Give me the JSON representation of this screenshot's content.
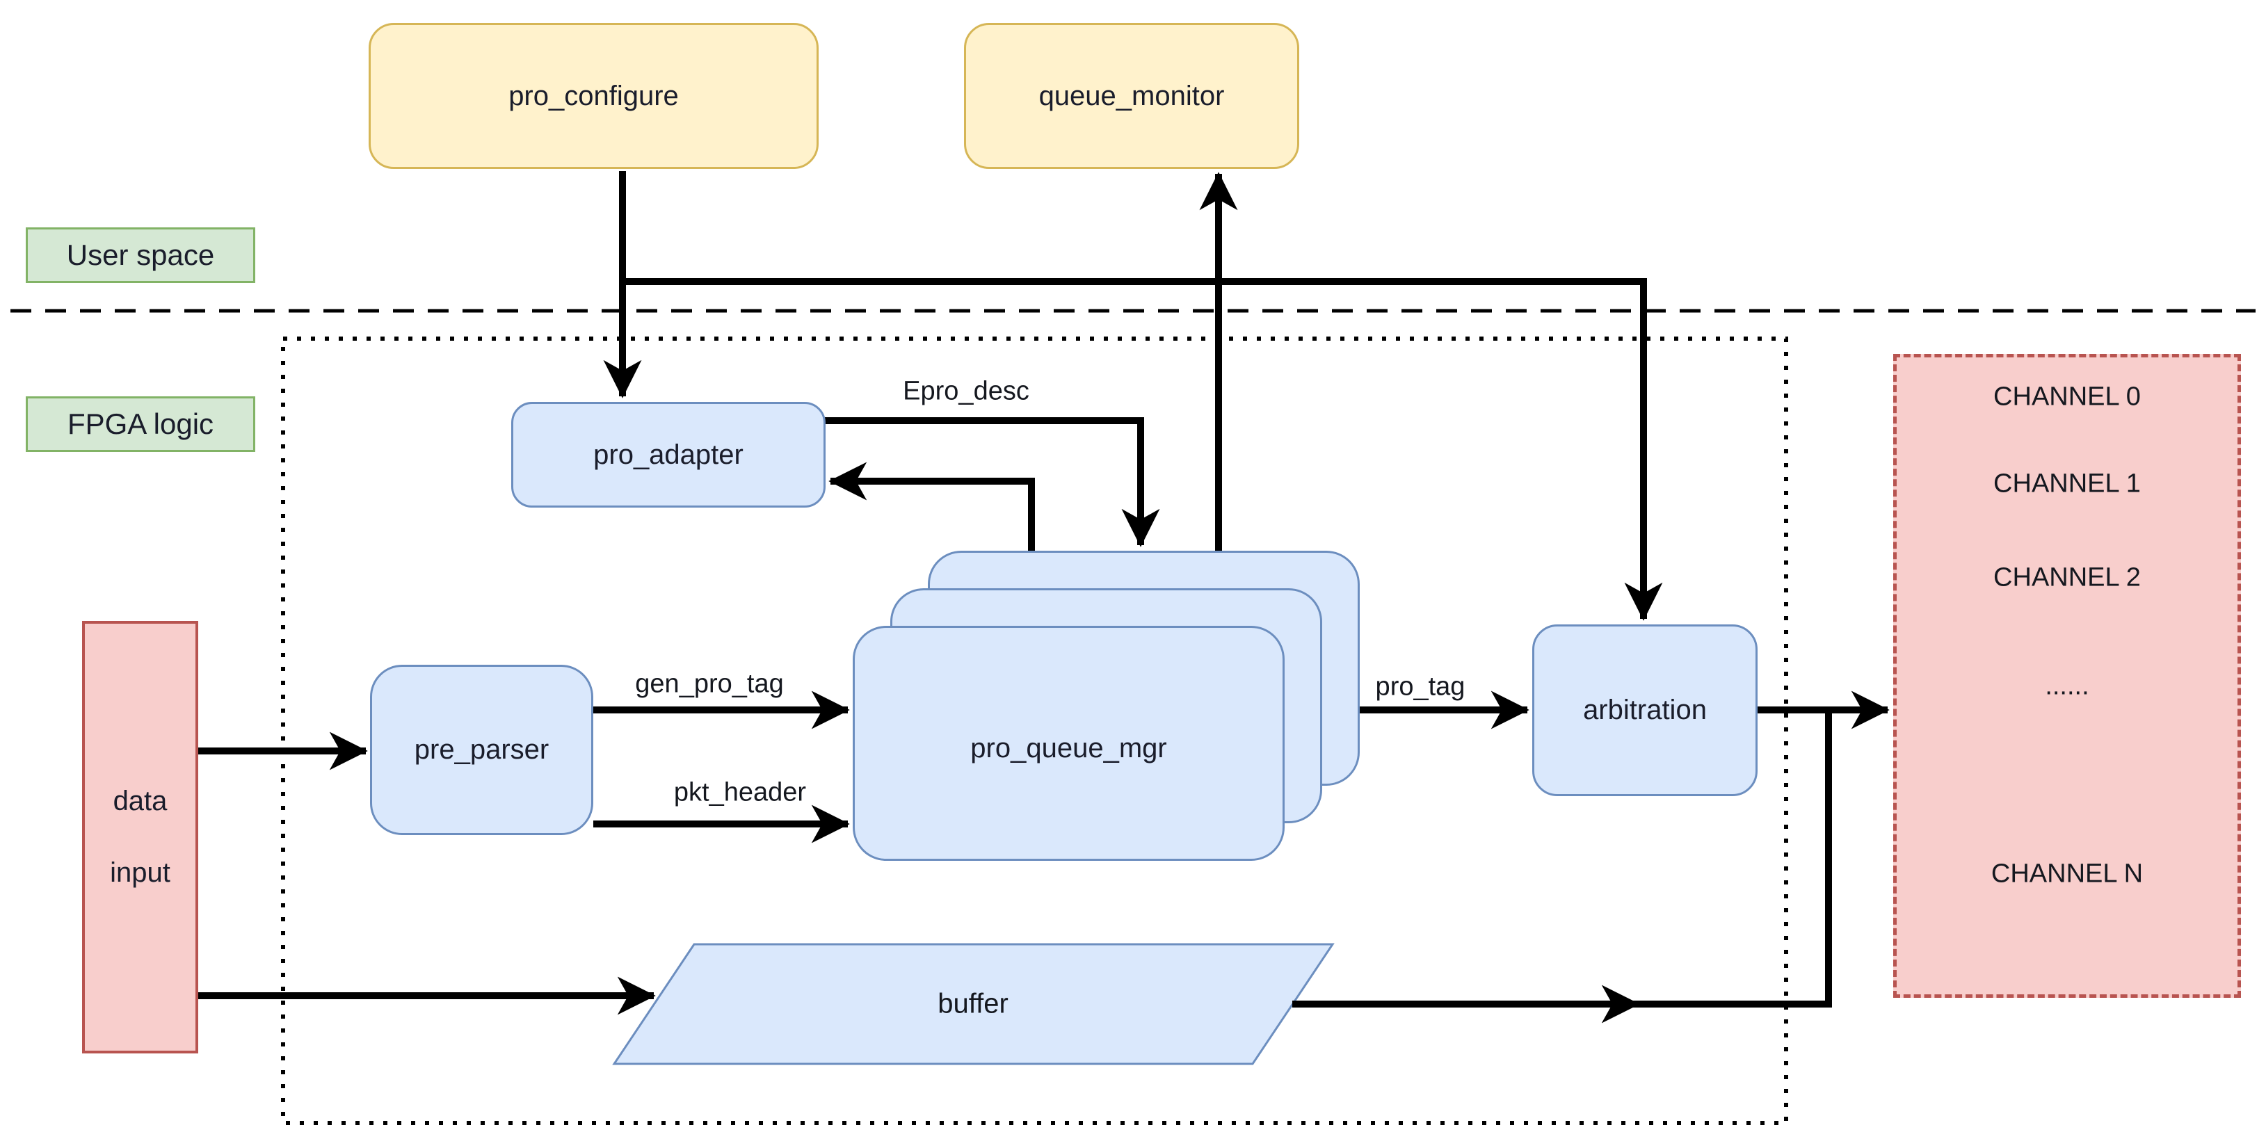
{
  "zones": {
    "user_space": "User space",
    "fpga_logic": "FPGA logic"
  },
  "nodes": {
    "pro_configure": "pro_configure",
    "queue_monitor": "queue_monitor",
    "pro_adapter": "pro_adapter",
    "pro_queue_mgr": "pro_queue_mgr",
    "pre_parser": "pre_parser",
    "arbitration": "arbitration",
    "buffer": "buffer",
    "data_input": {
      "line1": "data",
      "line2": "input"
    }
  },
  "edge_labels": {
    "epro_desc": "Epro_desc",
    "gen_pro_tag": "gen_pro_tag",
    "pkt_header": "pkt_header",
    "pro_tag": "pro_tag"
  },
  "channels": {
    "items": [
      "CHANNEL 0",
      "CHANNEL 1",
      "CHANNEL 2",
      "......",
      "CHANNEL N"
    ]
  },
  "colors": {
    "user_box_fill": "#FFF2CC",
    "user_box_border": "#D6B656",
    "fpga_box_fill": "#DAE8FC",
    "fpga_box_border": "#6C8EBF",
    "zone_label_fill": "#D5E8D4",
    "zone_label_border": "#82B366",
    "io_box_fill": "#F8CECC",
    "io_box_border": "#B85450",
    "wire": "#000000"
  }
}
